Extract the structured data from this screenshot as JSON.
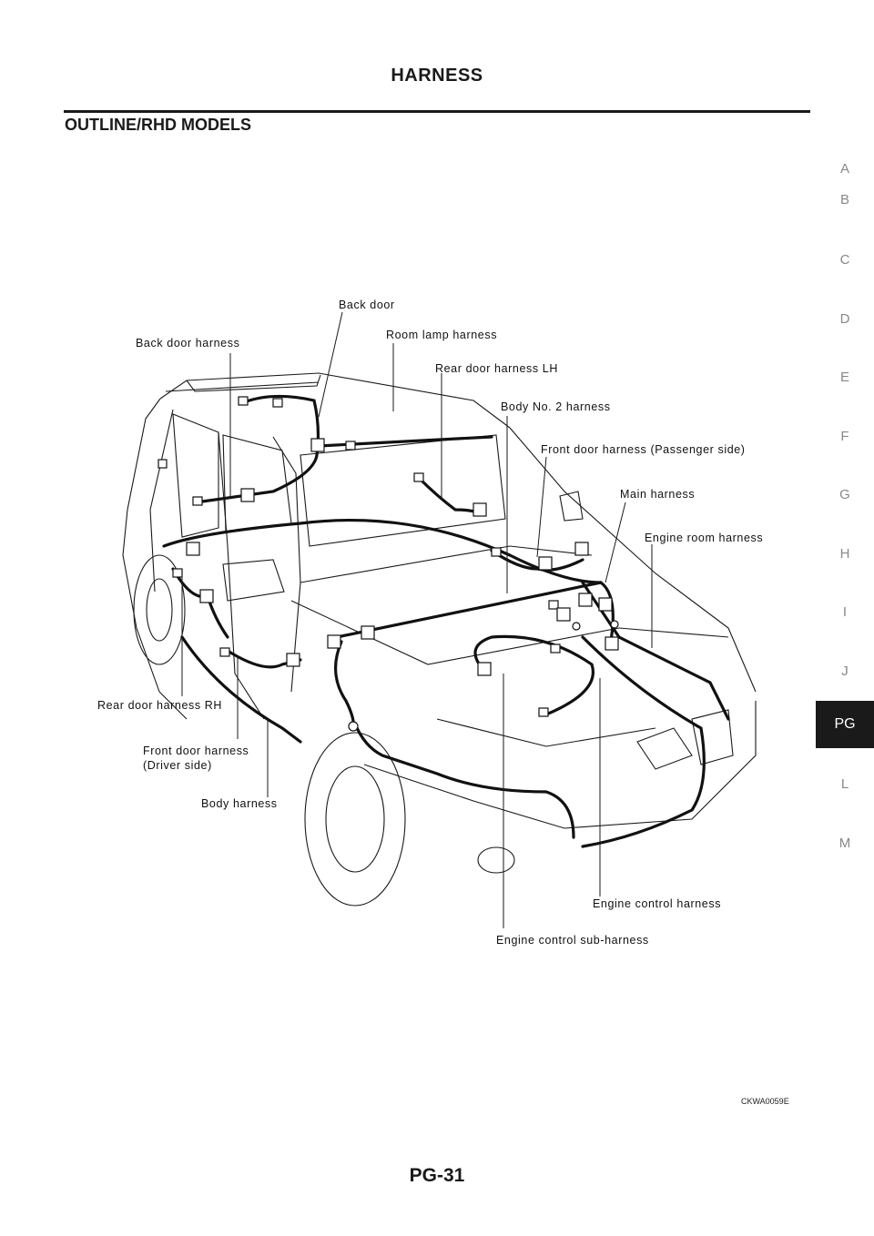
{
  "header": {
    "title": "HARNESS"
  },
  "section": {
    "title": "OUTLINE/RHD MODELS"
  },
  "side_index": {
    "letters": [
      "A",
      "B",
      "C",
      "D",
      "E",
      "F",
      "G",
      "H",
      "I",
      "J",
      "L",
      "M"
    ],
    "active": "PG"
  },
  "diagram": {
    "callouts": {
      "back_door": "Back door",
      "back_door_harness": "Back door harness",
      "room_lamp_harness": "Room lamp harness",
      "rear_door_harness_lh": "Rear door harness LH",
      "body_no2_harness": "Body No. 2 harness",
      "front_door_harness_passenger": "Front door harness (Passenger side)",
      "main_harness": "Main harness",
      "engine_room_harness": "Engine room harness",
      "rear_door_harness_rh": "Rear door harness RH",
      "front_door_harness_driver": "Front door harness\n(Driver side)",
      "body_harness": "Body harness",
      "engine_control_harness": "Engine control harness",
      "engine_control_sub_harness": "Engine control sub-harness"
    },
    "figure_code": "CKWA0059E"
  },
  "footer": {
    "page_number": "PG-31"
  }
}
